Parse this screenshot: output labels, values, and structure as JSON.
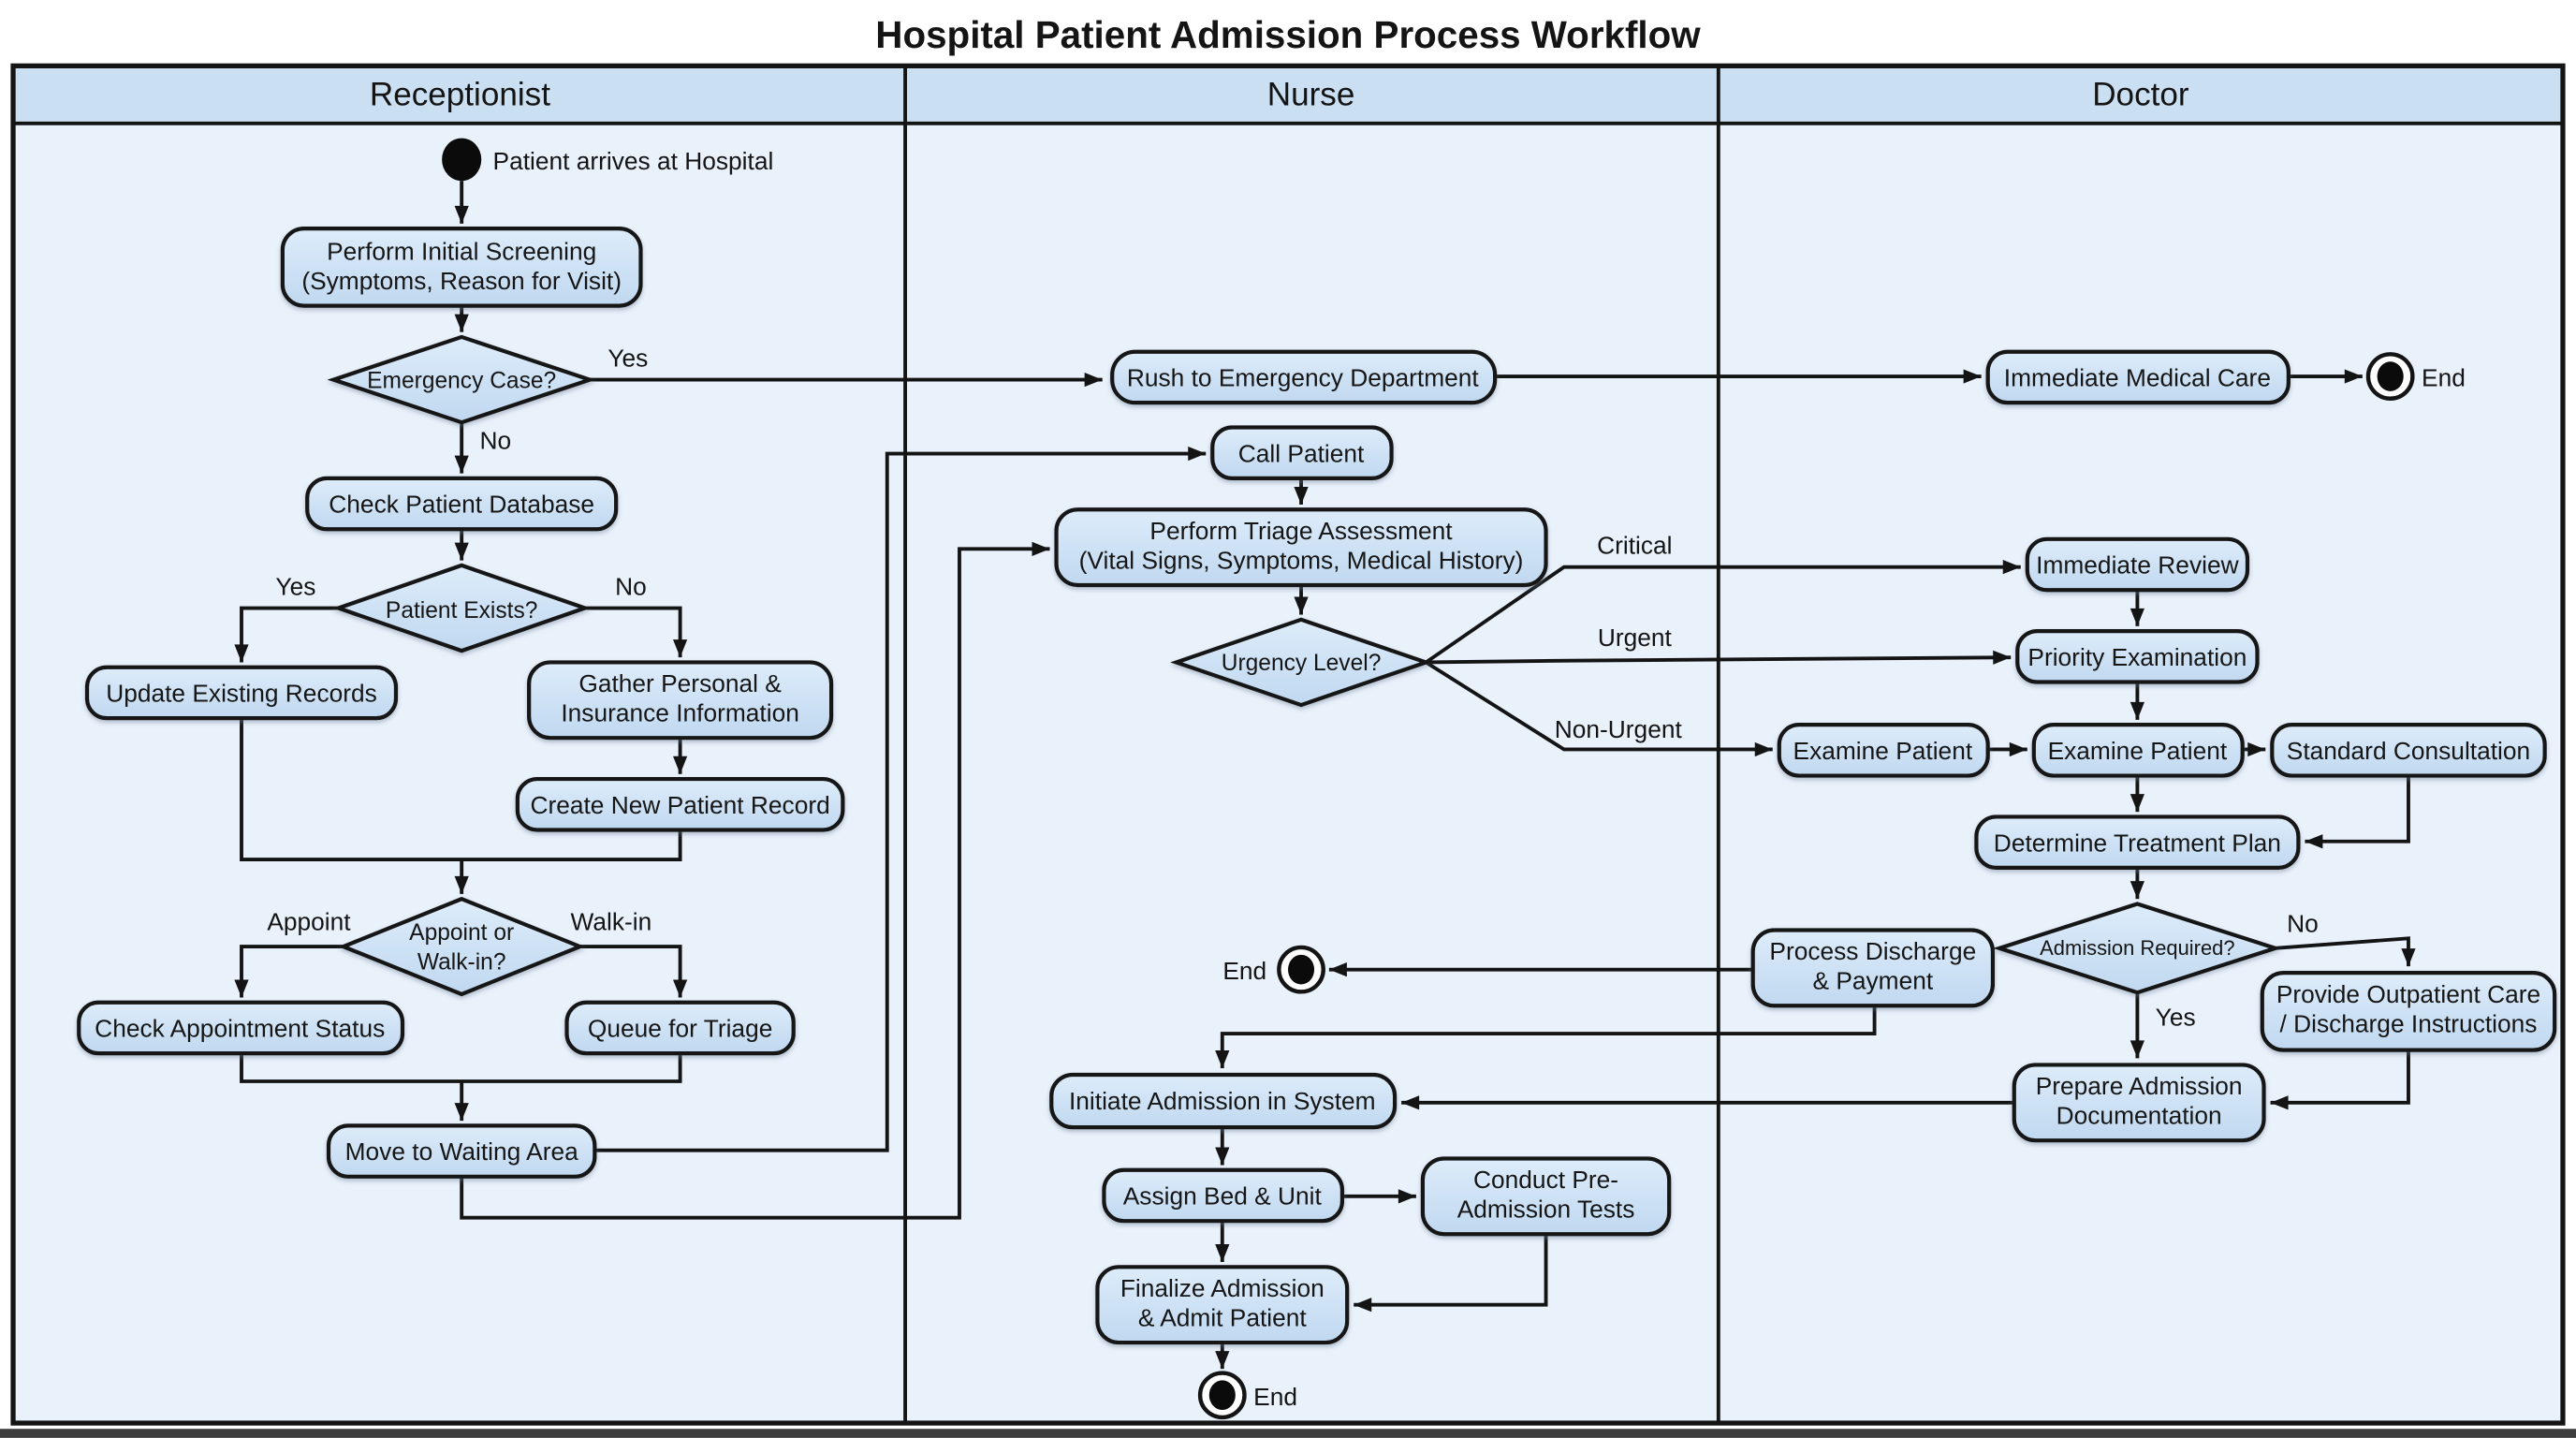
{
  "title": "Hospital Patient Admission Process Workflow",
  "lanes": [
    {
      "label": "Receptionist"
    },
    {
      "label": "Nurse"
    },
    {
      "label": "Doctor"
    }
  ],
  "terminals": {
    "start_label": "Patient arrives at Hospital",
    "end_top": "End",
    "end_mid": "End",
    "end_bottom": "End"
  },
  "nodes": {
    "perform_initial_screening": {
      "lines": [
        "Perform Initial Screening",
        "(Symptoms, Reason for Visit)"
      ]
    },
    "emergency_case": {
      "label": "Emergency Case?"
    },
    "check_patient_database": {
      "label": "Check Patient Database"
    },
    "patient_exists": {
      "label": "Patient Exists?"
    },
    "update_existing_records": {
      "label": "Update Existing Records"
    },
    "gather_personal": {
      "lines": [
        "Gather Personal &",
        "Insurance Information"
      ]
    },
    "create_new_patient_record": {
      "label": "Create New Patient Record"
    },
    "appoint_or_walkin": {
      "lines": [
        "Appoint or",
        "Walk-in?"
      ]
    },
    "check_appointment_status": {
      "label": "Check Appointment Status"
    },
    "queue_for_triage": {
      "label": "Queue for Triage"
    },
    "move_to_waiting_area": {
      "label": "Move to Waiting Area"
    },
    "rush_to_emergency": {
      "label": "Rush to Emergency Department"
    },
    "call_patient": {
      "label": "Call Patient"
    },
    "perform_triage": {
      "lines": [
        "Perform Triage Assessment",
        "(Vital Signs, Symptoms, Medical History)"
      ]
    },
    "urgency_level": {
      "label": "Urgency Level?"
    },
    "initiate_admission": {
      "label": "Initiate Admission in System"
    },
    "assign_bed_unit": {
      "label": "Assign Bed & Unit"
    },
    "conduct_preadmission": {
      "lines": [
        "Conduct Pre-",
        "Admission Tests"
      ]
    },
    "finalize_admission": {
      "lines": [
        "Finalize Admission",
        "& Admit Patient"
      ]
    },
    "process_discharge": {
      "lines": [
        "Process Discharge",
        "& Payment"
      ]
    },
    "immediate_medical_care": {
      "label": "Immediate Medical Care"
    },
    "immediate_review": {
      "label": "Immediate Review"
    },
    "priority_examination": {
      "label": "Priority Examination"
    },
    "examine_patient_1": {
      "label": "Examine Patient"
    },
    "examine_patient_2": {
      "label": "Examine Patient"
    },
    "standard_consultation": {
      "label": "Standard Consultation"
    },
    "determine_treatment_plan": {
      "label": "Determine Treatment Plan"
    },
    "admission_required": {
      "label": "Admission Required?"
    },
    "provide_outpatient": {
      "lines": [
        "Provide Outpatient Care",
        "/ Discharge Instructions"
      ]
    },
    "prepare_admission_doc": {
      "lines": [
        "Prepare Admission",
        "Documentation"
      ]
    }
  },
  "edge_labels": {
    "emergency_yes": "Yes",
    "emergency_no": "No",
    "patient_exists_yes": "Yes",
    "patient_exists_no": "No",
    "appoint": "Appoint",
    "walk_in": "Walk-in",
    "critical": "Critical",
    "urgent": "Urgent",
    "non_urgent": "Non-Urgent",
    "admission_no": "No",
    "admission_yes": "Yes"
  },
  "colors": {
    "lane_body": "#e9f1fb",
    "lane_header": "#cbdff2",
    "node_fill_top": "#ddecfa",
    "node_fill_bottom": "#c0d8f0",
    "outline": "#141414",
    "bottom_strip": "#3e3e3e"
  }
}
